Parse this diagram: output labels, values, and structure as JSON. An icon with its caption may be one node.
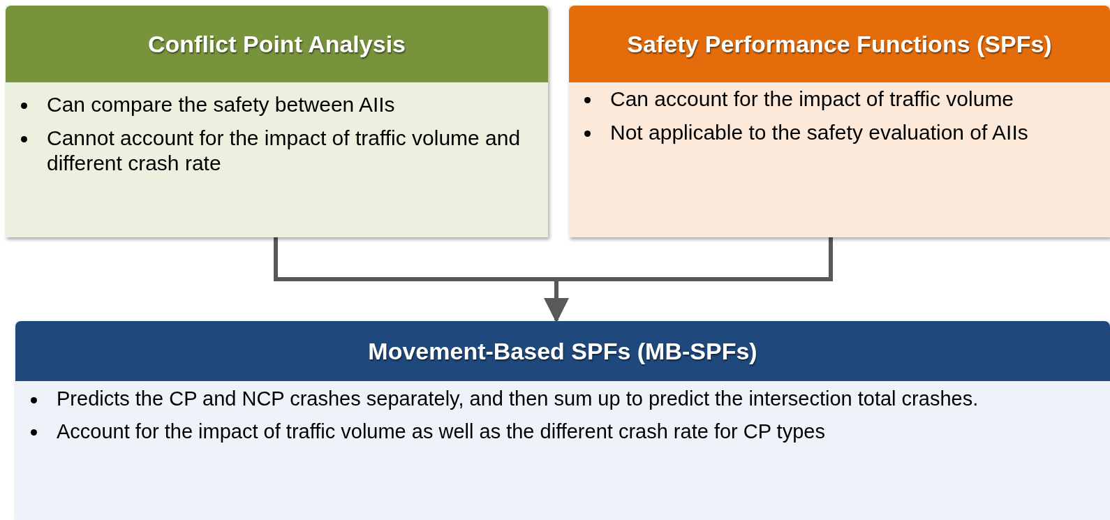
{
  "diagram": {
    "nodes": [
      {
        "text": [
          "Conflict Point Analysis",
          "Can compare the safety between AIIs",
          "Cannot account for the impact of traffic volume and different crash rate"
        ]
      },
      {
        "text": [
          "Safety Performance Functions (SPFs)",
          "Can account for the impact of traffic volume",
          "Not applicable to the safety evaluation of AIIs"
        ]
      },
      {
        "text": [
          "Movement-Based SPFs (MB-SPFs)",
          "Predicts the CP and NCP crashes separately, and then sum up to predict the intersection total crashes.",
          "Account for the impact of traffic volume as well as the different crash rate for CP types"
        ]
      }
    ],
    "edges": [
      {
        "from": 0,
        "to": 2,
        "arrow": "to"
      },
      {
        "from": 1,
        "to": 2,
        "arrow": "to"
      }
    ]
  }
}
